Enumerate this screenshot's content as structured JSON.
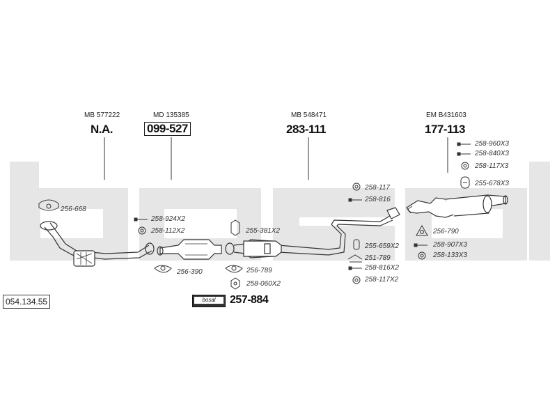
{
  "catalog_number": "054.134.55",
  "brand_watermark": "bosal",
  "badge_label": "bosal",
  "main_parts": [
    {
      "oe": "MB 577222",
      "number": "N.A.",
      "boxed": false
    },
    {
      "oe": "MD 135385",
      "number": "099-527",
      "boxed": true
    },
    {
      "oe": "MB 548471",
      "number": "283-111",
      "boxed": false
    },
    {
      "oe": "EM B431603",
      "number": "177-113",
      "boxed": false
    }
  ],
  "kit_number": "257-884",
  "accessories": {
    "a256_668": "256-668",
    "a258_924x2": "258-924X2",
    "a258_112x2": "258-112X2",
    "a256_390": "256-390",
    "a255_381x2": "255-381X2",
    "a256_789": "256-789",
    "a258_060x2": "258-060X2",
    "a258_117": "258-117",
    "a258_816": "258-816",
    "a255_659x2": "255-659X2",
    "a251_789": "251-789",
    "a258_816x2": "258-816X2",
    "a258_117x2": "258-117X2",
    "a258_960x3": "258-960X3",
    "a258_840x3": "258-840X3",
    "a258_117x3": "258-117X3",
    "a255_678x3": "255-678X3",
    "a256_790": "256-790",
    "a258_907x3": "258-907X3",
    "a258_133x3": "258-133X3"
  }
}
